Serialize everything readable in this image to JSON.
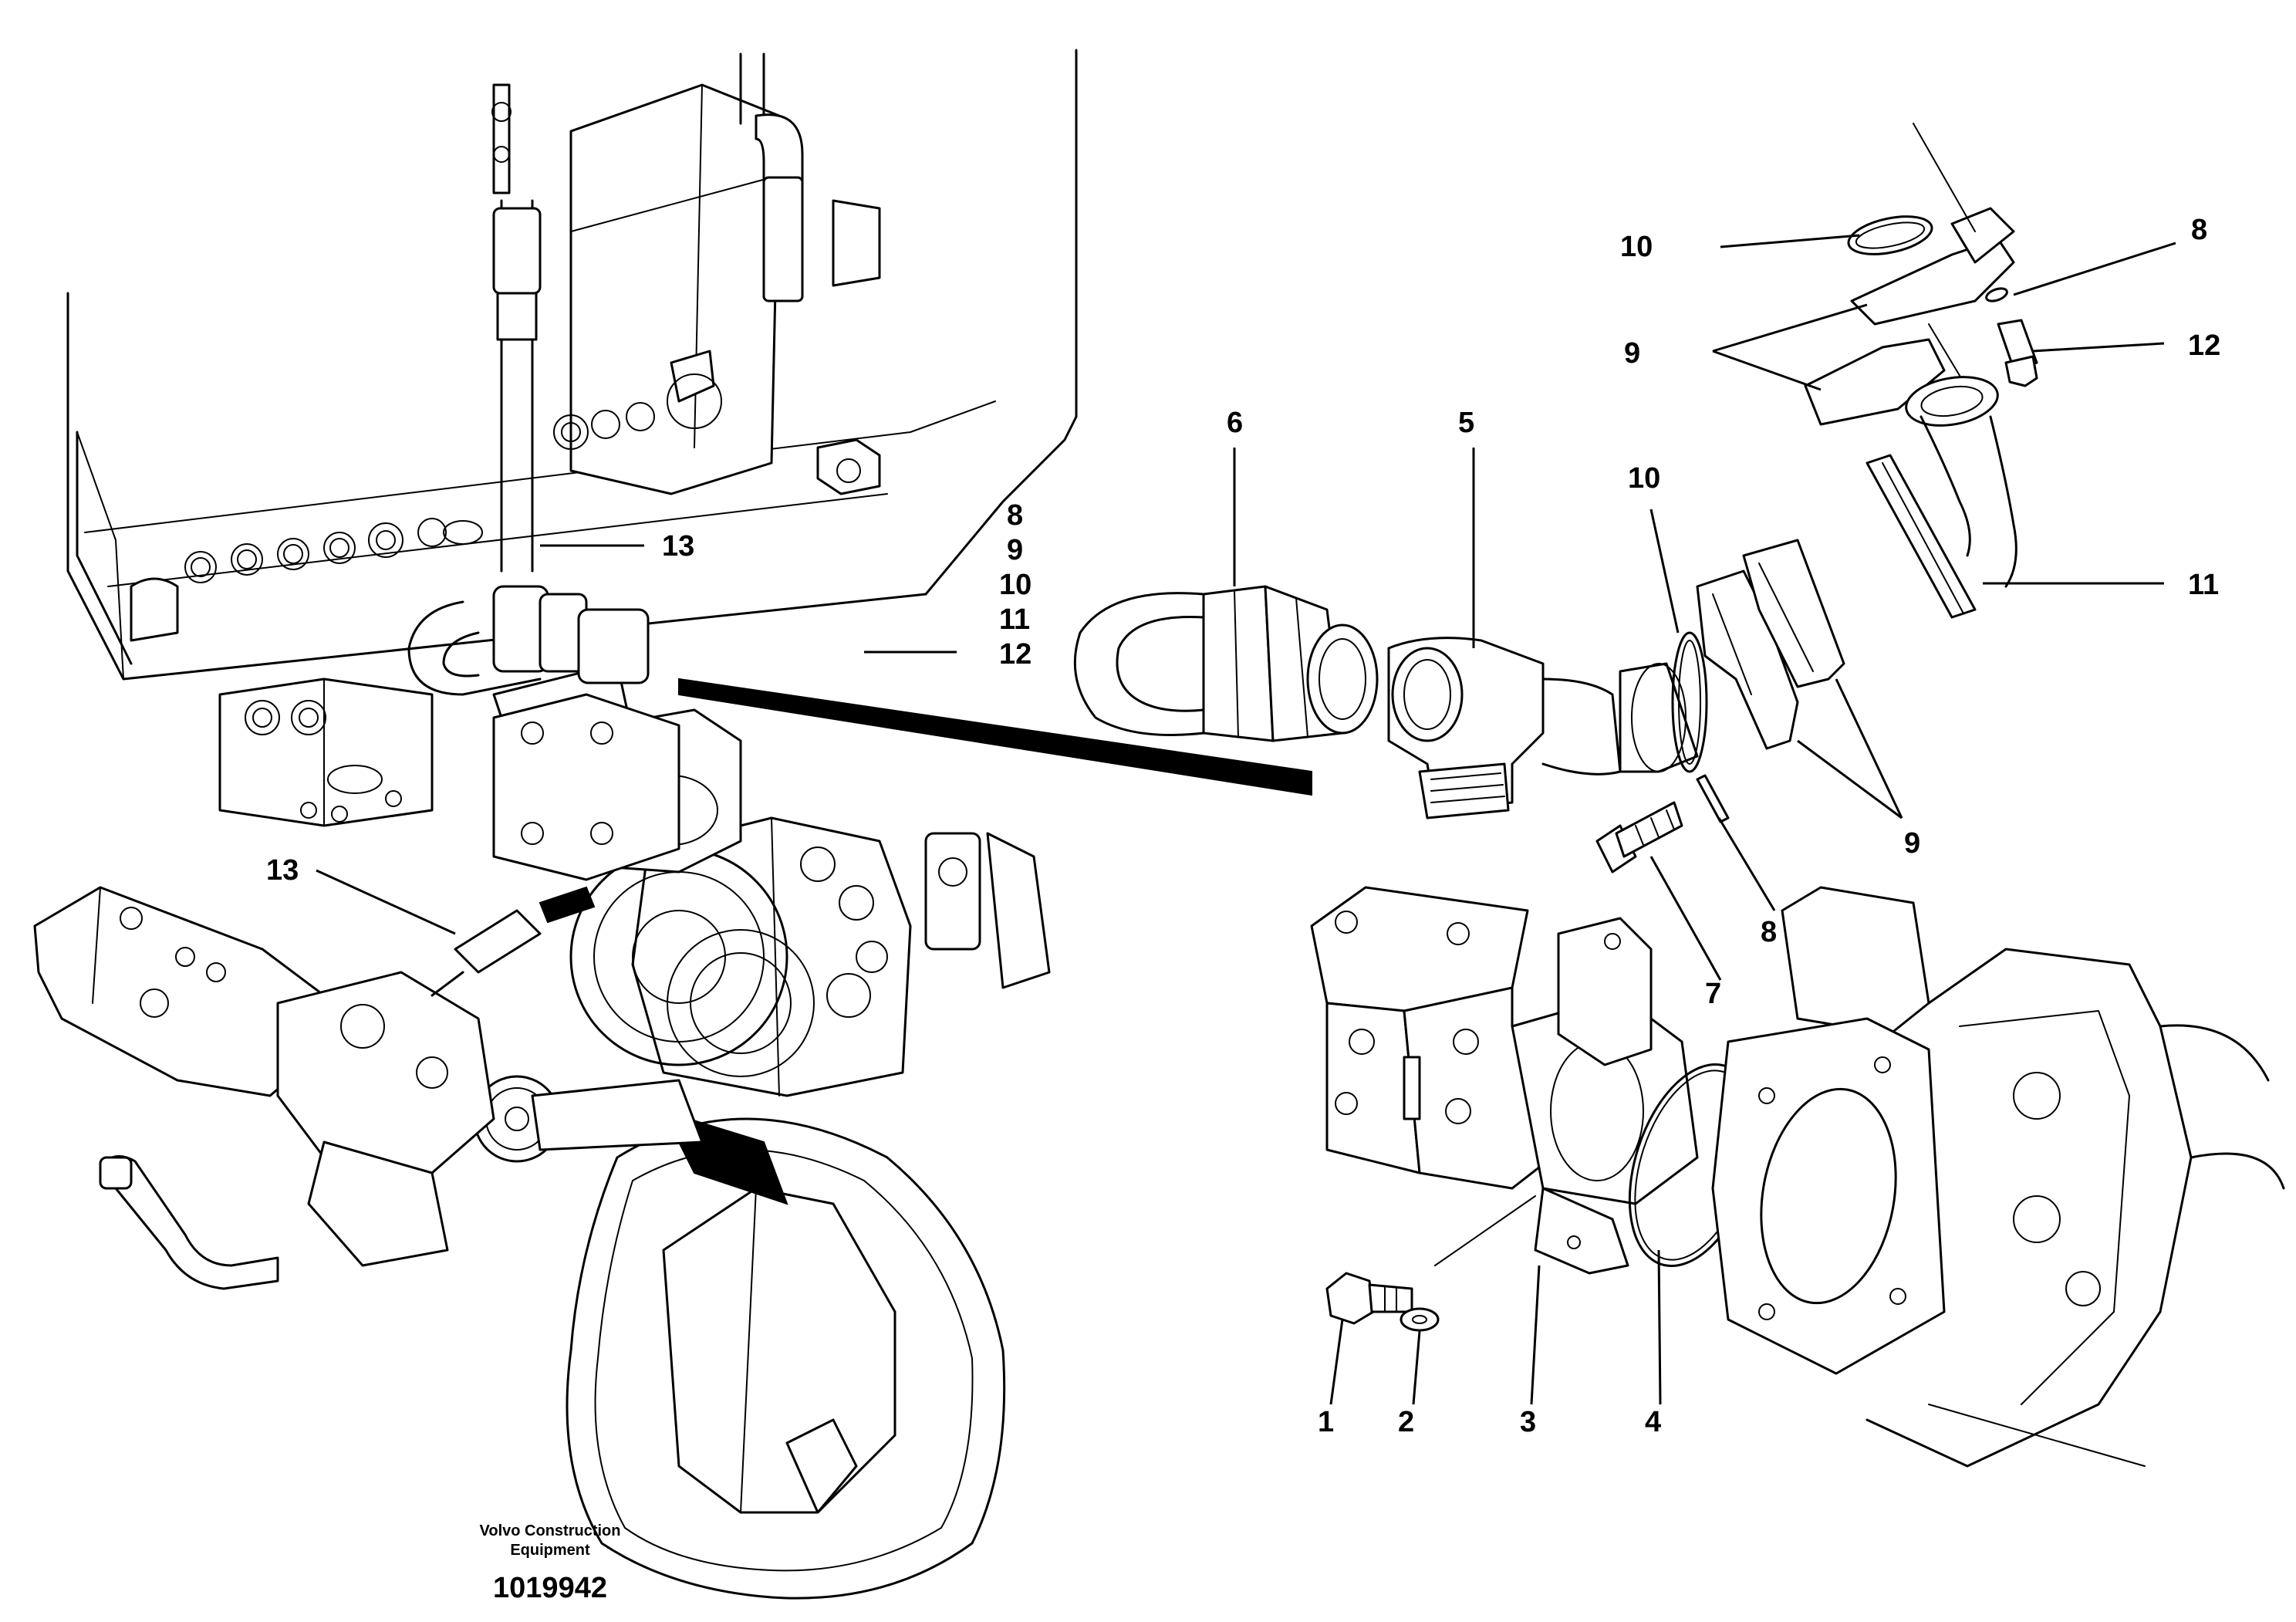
{
  "callouts": {
    "c1": "1",
    "c2": "2",
    "c3": "3",
    "c4": "4",
    "c5": "5",
    "c6": "6",
    "c7": "7",
    "c8_top": "8",
    "c8_mid": "8",
    "c8_stack": "8",
    "c9_top": "9",
    "c9_mid": "9",
    "c9_stack": "9",
    "c10_top": "10",
    "c10_mid": "10",
    "c10_stack": "10",
    "c11_right": "11",
    "c11_stack": "11",
    "c12_right": "12",
    "c12_stack": "12",
    "c13_upper": "13",
    "c13_lower": "13"
  },
  "caption": {
    "line1": "Volvo Construction",
    "line2": "Equipment",
    "number": "1019942"
  },
  "colors": {
    "ink": "#000000",
    "paper": "#ffffff"
  }
}
